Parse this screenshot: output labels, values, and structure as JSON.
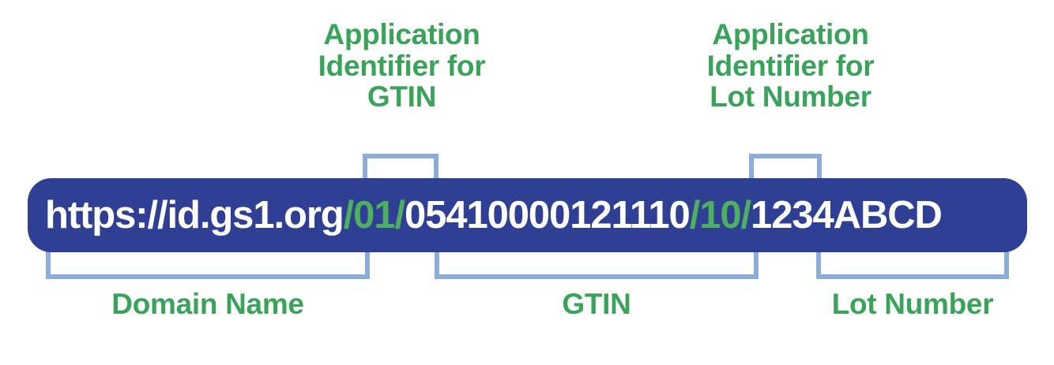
{
  "colors": {
    "background": "#ffffff",
    "bar_navy": "#2f3f94",
    "label_green": "#3aa35a",
    "inline_green": "#4cb05e",
    "bracket_blue": "#8cadda",
    "url_text_white": "#ffffff"
  },
  "url": {
    "full": "https://id.gs1.org/01/05410000121110/10/1234ABCD",
    "segments": [
      {
        "name": "domain",
        "text": "https://id.gs1.org",
        "color": "#ffffff"
      },
      {
        "name": "ai-gtin",
        "text": "/01/",
        "color": "#4cb05e"
      },
      {
        "name": "gtin",
        "text": "05410000121110",
        "color": "#ffffff"
      },
      {
        "name": "ai-lot",
        "text": "/10/",
        "color": "#4cb05e"
      },
      {
        "name": "lot",
        "text": "1234ABCD",
        "color": "#ffffff"
      }
    ]
  },
  "top_labels": [
    {
      "name": "ai-gtin",
      "text": "Application\nIdentifier for\nGTIN"
    },
    {
      "name": "ai-lot",
      "text": "Application\nIdentifier for\nLot Number"
    }
  ],
  "bottom_labels": [
    {
      "name": "domain",
      "text": "Domain Name"
    },
    {
      "name": "gtin",
      "text": "GTIN"
    },
    {
      "name": "lot",
      "text": "Lot Number"
    }
  ]
}
